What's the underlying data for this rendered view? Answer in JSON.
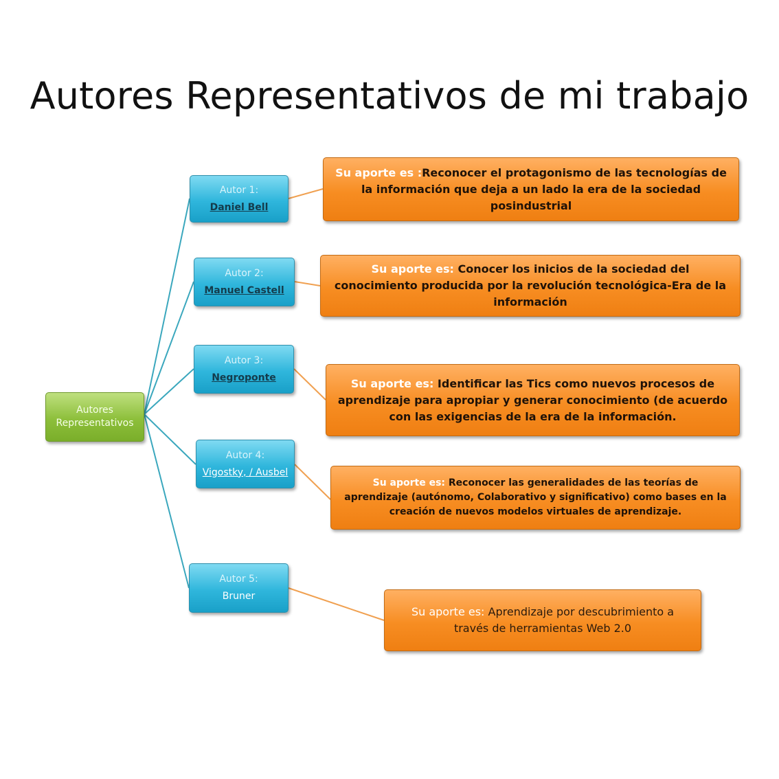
{
  "title": "Autores Representativos de mi trabajo",
  "root": {
    "label": "Autores Representativos"
  },
  "authors": [
    {
      "label": "Autor 1:",
      "name": "Daniel Bell"
    },
    {
      "label": "Autor 2:",
      "name": "Manuel  Castell"
    },
    {
      "label": "Autor 3:",
      "name": "Negroponte"
    },
    {
      "label": "Autor 4:",
      "name": "Vigostky, / Ausbel"
    },
    {
      "label": "Autor 5:",
      "name": "Bruner"
    }
  ],
  "contributions": [
    {
      "lead": "Su aporte es :",
      "text": "Reconocer el protagonismo  de las tecnologías de la información que deja a un lado  la era de la sociedad posindustrial"
    },
    {
      "lead": "Su aporte es:",
      "text": " Conocer los inicios de la sociedad del conocimiento producida por la revolución tecnológica-Era de la información"
    },
    {
      "lead": "Su aporte es:",
      "text": " Identificar las Tics  como nuevos procesos de aprendizaje  para apropiar  y generar conocimiento  (de acuerdo con las exigencias de la era de la información."
    },
    {
      "lead": "Su aporte es:",
      "text": " Reconocer las generalidades de las teorías de aprendizaje (autónomo, Colaborativo y significativo) como bases en la creación de nuevos  modelos virtuales de aprendizaje."
    },
    {
      "lead": "Su aporte es:",
      "text": "  Aprendizaje por descubrimiento  a través de herramientas  Web 2.0"
    }
  ],
  "colors": {
    "root": "#8dbf3b",
    "author": "#2fb6dc",
    "contribution": "#f78d22",
    "link_root": "#3aa7bd",
    "link_author": "#f0a050"
  }
}
